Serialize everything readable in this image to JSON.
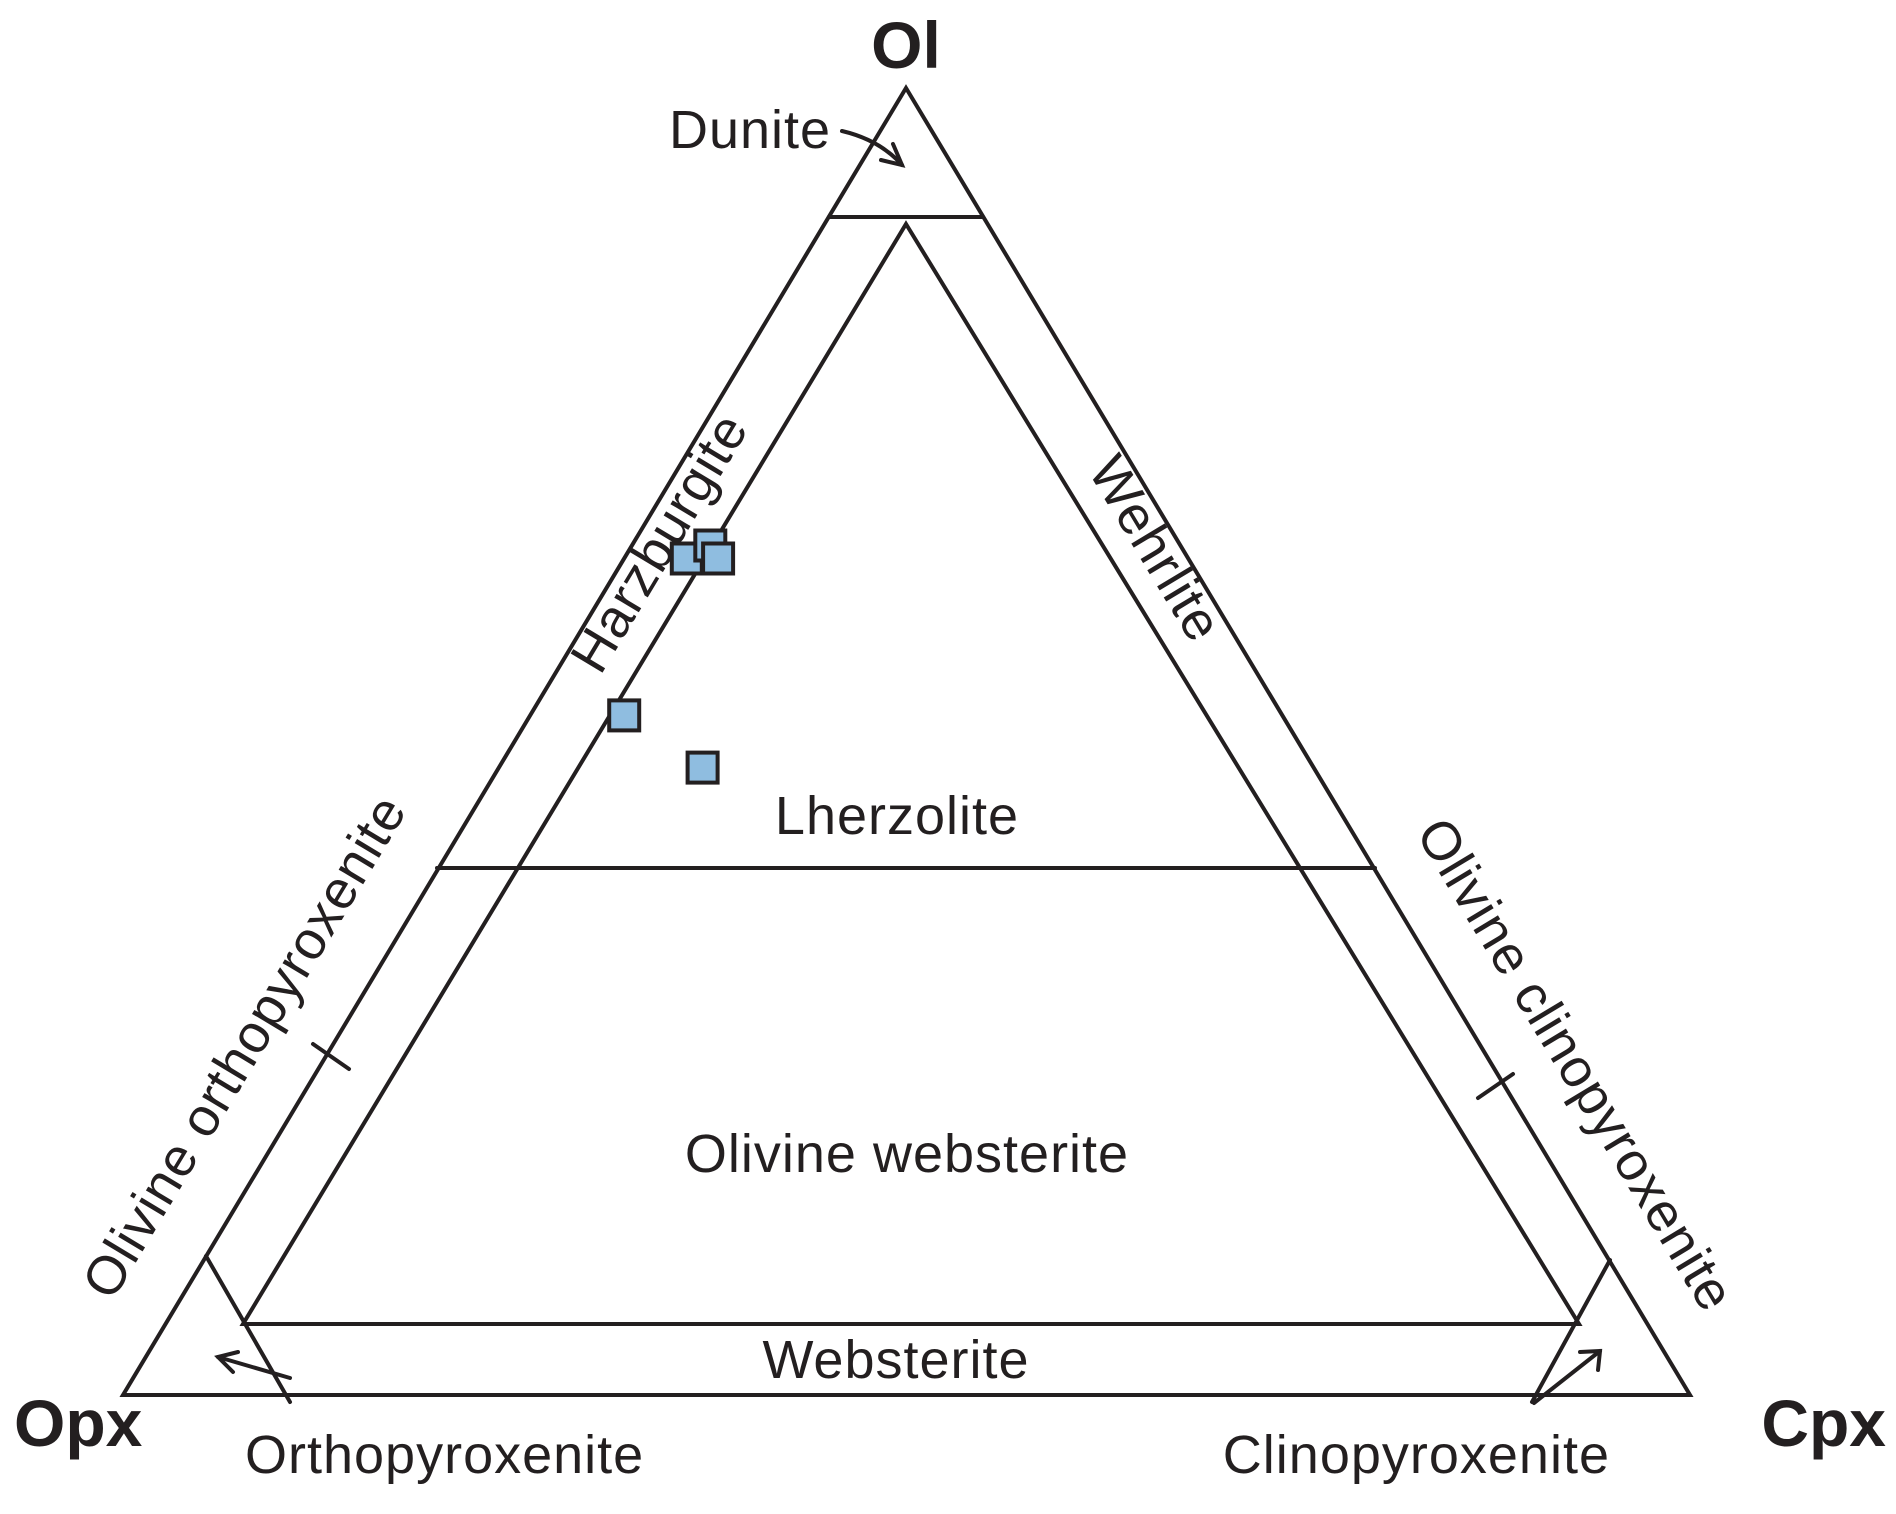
{
  "diagram": {
    "apices": {
      "top": "Ol",
      "left": "Opx",
      "right": "Cpx"
    },
    "fields": {
      "dunite": "Dunite",
      "harzburgite": "Harzburgite",
      "wehrlite": "Wehrlite",
      "lherzolite": "Lherzolite",
      "olivine_orthopyroxenite": "Olivine orthopyroxenite",
      "olivine_clinopyroxenite": "Olivine clinopyroxenite",
      "olivine_websterite": "Olivine websterite",
      "websterite": "Websterite",
      "orthopyroxenite": "Orthopyroxenite",
      "clinopyroxenite": "Clinopyroxenite"
    },
    "sample_color": "#8fbde0",
    "line_color": "#231f20"
  },
  "chart_data": {
    "type": "scatter",
    "axes": [
      "Ol",
      "Opx",
      "Cpx"
    ],
    "series": [
      {
        "points": [
          {
            "Ol": 64,
            "Opx": 32,
            "Cpx": 4
          },
          {
            "Ol": 65,
            "Opx": 30,
            "Cpx": 5
          },
          {
            "Ol": 64,
            "Opx": 30,
            "Cpx": 6
          },
          {
            "Ol": 52,
            "Opx": 42,
            "Cpx": 6
          },
          {
            "Ol": 48,
            "Opx": 39,
            "Cpx": 13
          }
        ]
      }
    ]
  }
}
